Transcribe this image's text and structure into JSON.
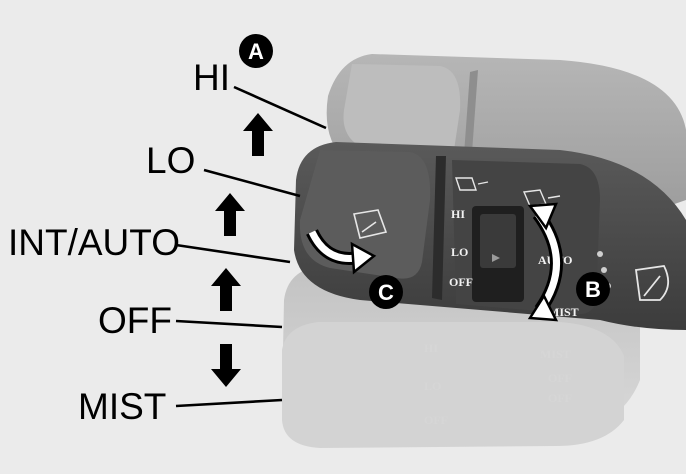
{
  "labels": {
    "hi": "HI",
    "lo": "LO",
    "int_auto": "INT/AUTO",
    "off": "OFF",
    "mist": "MIST"
  },
  "badges": {
    "a": "A",
    "b": "B",
    "c": "C"
  },
  "stalk_markings": {
    "hi": "HI",
    "lo": "LO",
    "off": "OFF",
    "auto": "AUTO",
    "mist": "MIST"
  },
  "colors": {
    "background": "#ebebeb",
    "stalk_dark": "#4b4b4b",
    "stalk_ghost": "#a9a9a9",
    "ink": "#000000"
  }
}
